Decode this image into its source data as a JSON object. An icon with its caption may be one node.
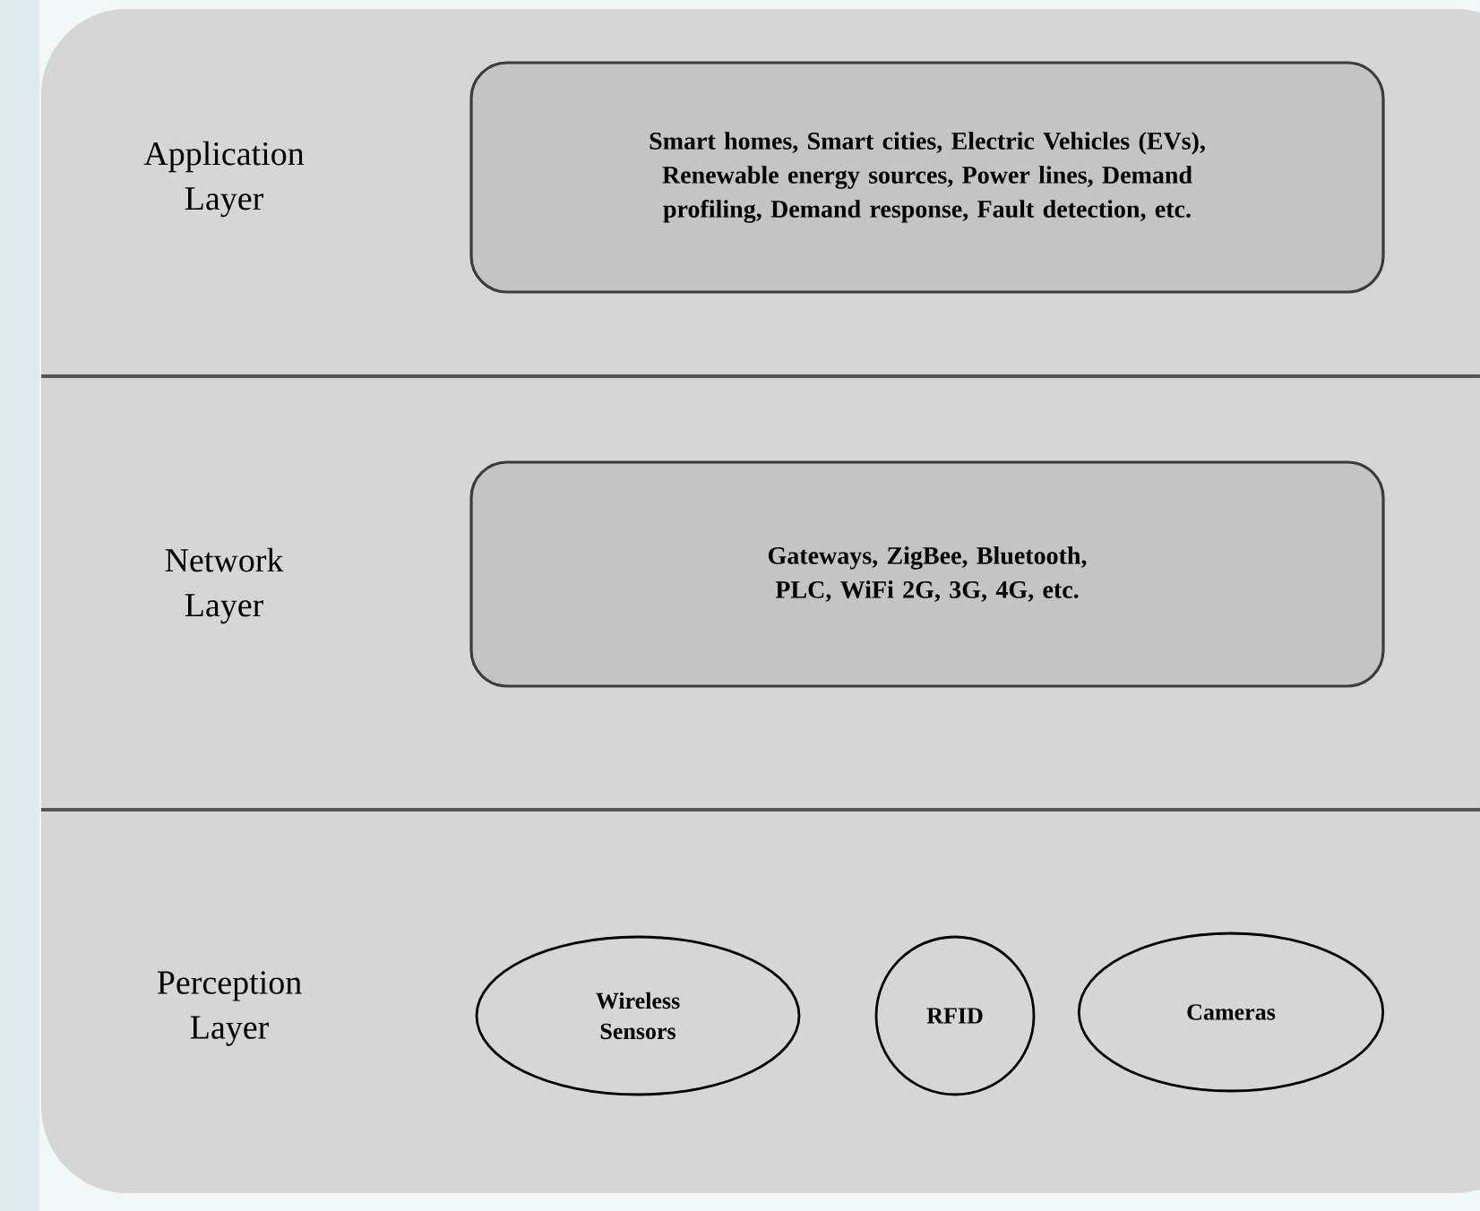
{
  "diagram": {
    "nodes": [
      {
        "text": [
          "Application Layer"
        ]
      },
      {
        "text": [
          "Smart homes, Smart cities, Electric Vehicles (EVs), Renewable energy sources, Power lines, Demand profiling, Demand response, Fault detection, etc."
        ],
        "in": 0
      },
      {
        "text": [
          "Network Layer"
        ]
      },
      {
        "text": [
          "Gateways, ZigBee, Bluetooth, PLC, WiFi 2G, 3G, 4G, etc."
        ],
        "in": 2
      },
      {
        "text": [
          "Perception Layer"
        ]
      },
      {
        "text": [
          "Wireless Sensors"
        ],
        "in": 4
      },
      {
        "text": [
          "RFID"
        ],
        "in": 4
      },
      {
        "text": [
          "Cameras"
        ],
        "in": 4
      }
    ],
    "edges": []
  }
}
